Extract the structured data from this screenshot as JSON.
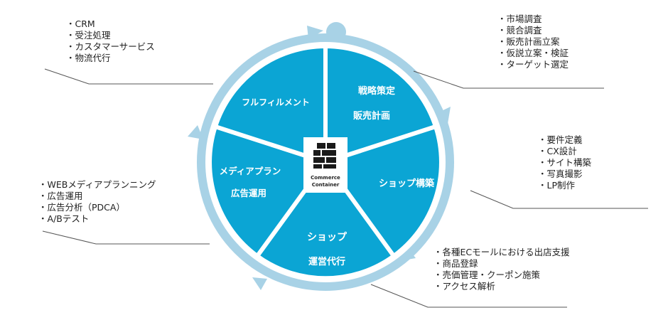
{
  "colors": {
    "segment": "#0ba5d4",
    "ring": "#a8d2e6",
    "line": "#555555",
    "text": "#222222"
  },
  "segments": [
    {
      "id": "strategy",
      "lines": [
        "戦略策定",
        "販売計画"
      ]
    },
    {
      "id": "shop-build",
      "lines": [
        "ショップ構築"
      ]
    },
    {
      "id": "shop-operation",
      "lines": [
        "ショップ",
        "運営代行"
      ]
    },
    {
      "id": "media",
      "lines": [
        "メディアプラン",
        "広告運用"
      ]
    },
    {
      "id": "fulfillment",
      "lines": [
        "フルフィルメント"
      ]
    }
  ],
  "logo": {
    "line1": "Commerce",
    "line2": "Container",
    "icon": "stacked-boxes-icon"
  },
  "lists": {
    "strategy": [
      "市場調査",
      "競合調査",
      "販売計画立案",
      "仮説立案・検証",
      "ターゲット選定"
    ],
    "shop_build": [
      "要件定義",
      "CX設計",
      "サイト構築",
      "写真撮影",
      "LP制作"
    ],
    "shop_operation": [
      "各種ECモールにおける出店支援",
      "商品登録",
      "売価管理・クーポン施策",
      "アクセス解析"
    ],
    "media": [
      "WEBメディアプランニング",
      "広告運用",
      "広告分析（PDCA）",
      "A/Bテスト"
    ],
    "fulfillment": [
      "CRM",
      "受注処理",
      "カスタマーサービス",
      "物流代行"
    ]
  }
}
